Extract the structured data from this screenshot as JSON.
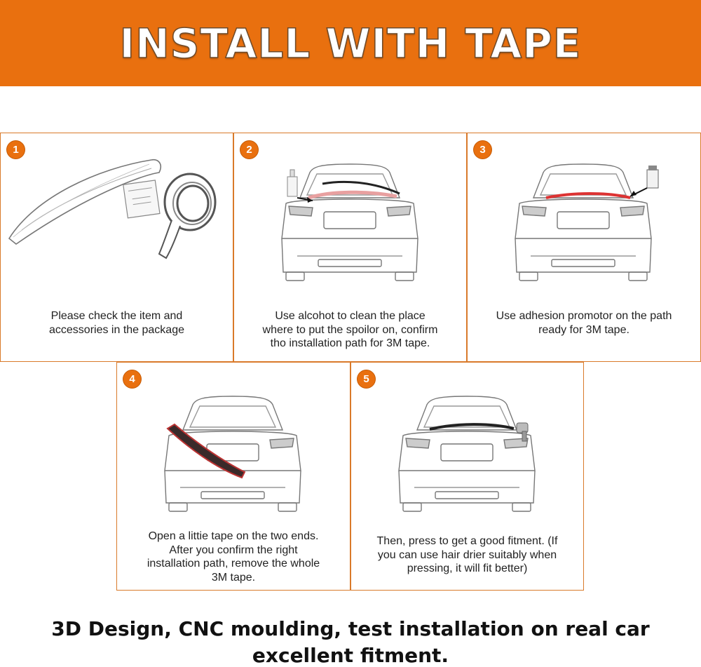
{
  "banner": {
    "title": "INSTALL WITH TAPE",
    "color": "#e9700f"
  },
  "steps": [
    {
      "number": "1",
      "lines": [
        "Please check the item and",
        "accessories in the package"
      ],
      "illustration": "spoiler-tape-packet"
    },
    {
      "number": "2",
      "lines": [
        "Use alcohot to clean the place",
        "where to put the spoilor on, confirm",
        "tho installation path for 3M tape."
      ],
      "illustration": "car-alcohol-bottle"
    },
    {
      "number": "3",
      "lines": [
        "Use adhesion promotor on the path",
        "ready for 3M tape."
      ],
      "illustration": "car-promoter-can"
    },
    {
      "number": "4",
      "lines": [
        "Open a littie tape on the two ends.",
        "After you confirm the right",
        "installation path, remove the whole",
        "3M tape."
      ],
      "illustration": "car-spoiler-tilted"
    },
    {
      "number": "5",
      "lines": [
        "Then, press to get a good fitment. (If",
        "you can use hair drier suitably when",
        "pressing, it will fit better)"
      ],
      "illustration": "car-hair-drier"
    }
  ],
  "accent_color": "#e9700f",
  "border_color": "#d97a2a",
  "footer": {
    "line1": "3D Design, CNC moulding, test installation on real car",
    "line2": "excellent fitment."
  }
}
